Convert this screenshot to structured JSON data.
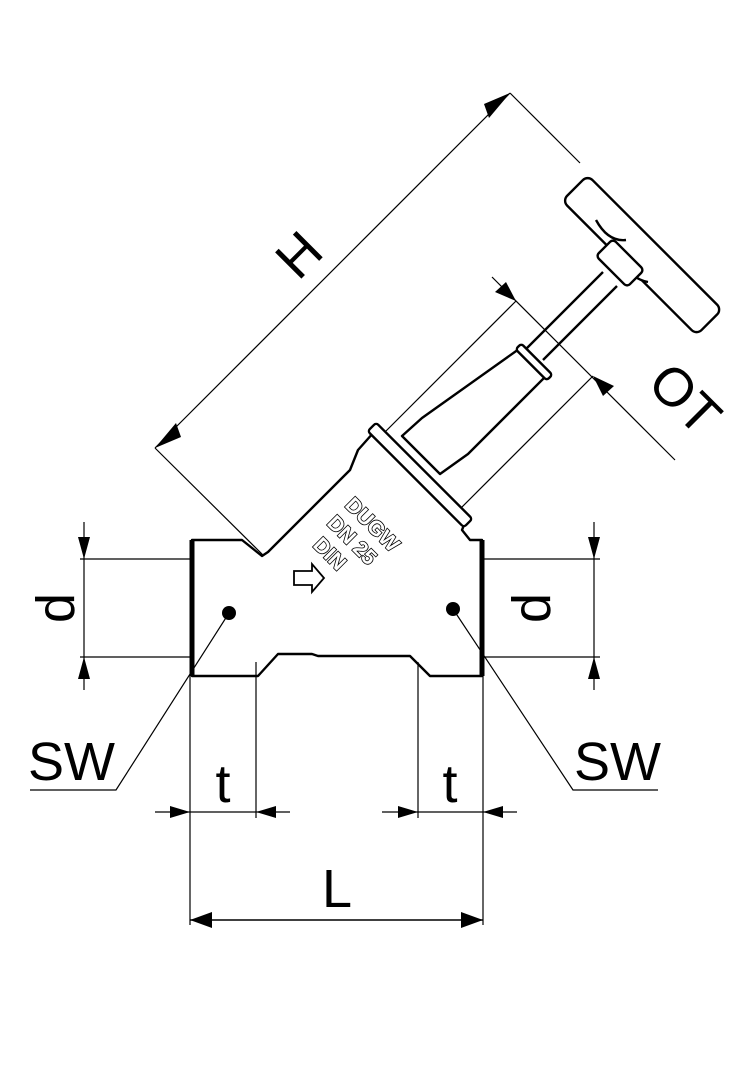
{
  "drawing": {
    "subject": "Angle-seat (Y-pattern) globe valve with handwheel",
    "dimension_labels": {
      "height": "H",
      "opening_travel": "OT",
      "inlet_diameter": "d",
      "outlet_diameter": "d",
      "inlet_wrench_size": "SW",
      "outlet_wrench_size": "SW",
      "inlet_socket_depth": "t",
      "outlet_socket_depth": "t",
      "length": "L"
    },
    "body_markings": {
      "line1": "DUGW",
      "line2": "DN 25",
      "line3": "DIN"
    },
    "flow_direction": "flow-arrow-right",
    "colors": {
      "line": "#000000",
      "background": "#ffffff"
    }
  }
}
